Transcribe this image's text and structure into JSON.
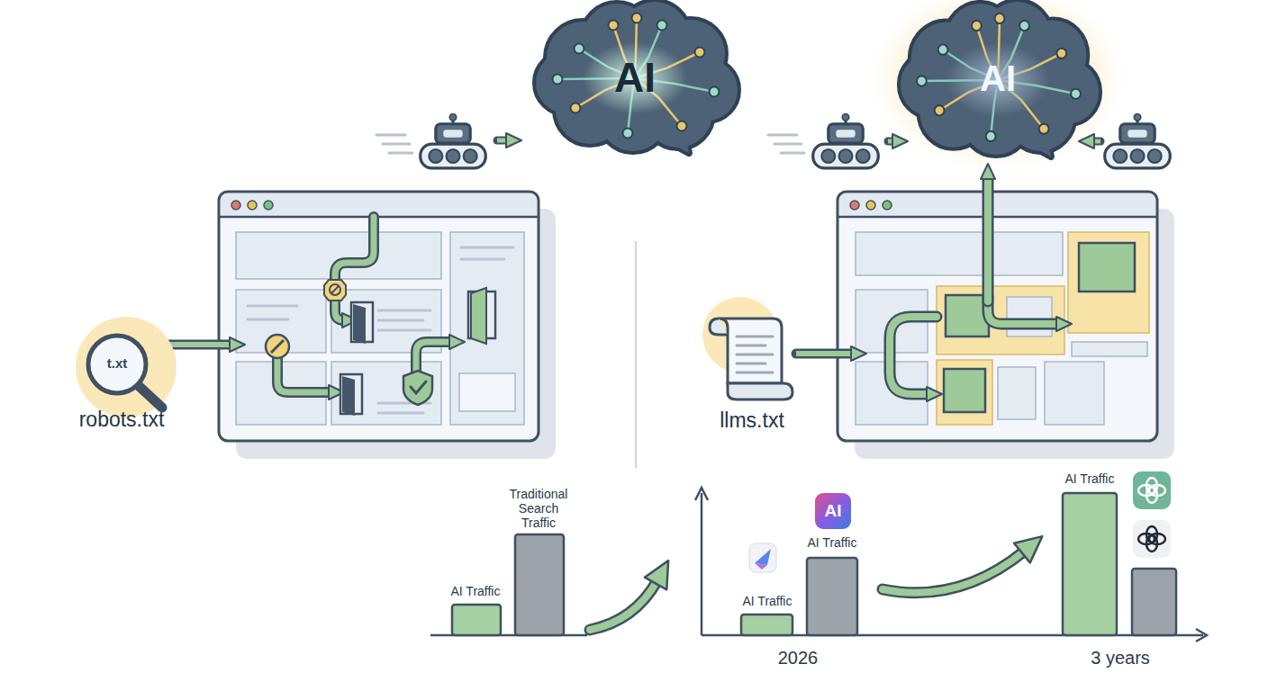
{
  "diagram": {
    "nodes": [
      {
        "text": [
          "AI"
        ]
      },
      {
        "text": [
          "AI"
        ]
      },
      {
        "text": [
          "t.xt",
          "robots.txt"
        ]
      },
      {
        "text": [
          "llms.txt"
        ]
      },
      {
        "text": [
          "AI"
        ]
      }
    ],
    "labels": [
      "Traditional Search Traffic",
      "AI Traffic",
      "AI Traffic",
      "AI Traffic",
      "2026",
      "AI Traffic",
      "3 years"
    ]
  }
}
